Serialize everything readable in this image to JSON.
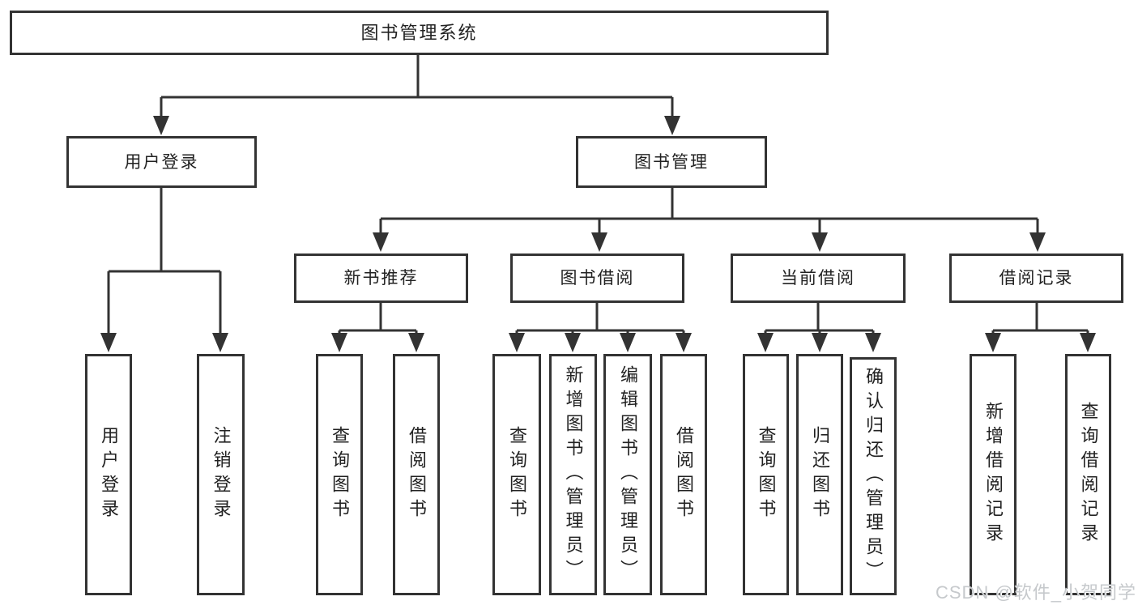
{
  "nodes": {
    "root": "图书管理系统",
    "user_login": "用户登录",
    "book_management": "图书管理",
    "new_book_recommend": "新书推荐",
    "book_borrowing": "图书借阅",
    "current_borrowing": "当前借阅",
    "borrowing_records": "借阅记录",
    "user_login_leaf": "用户登录",
    "logout": "注销登录",
    "recommend_query_books": "查询图书",
    "recommend_borrow_books": "借阅图书",
    "borrowing_query_books": "查询图书",
    "borrowing_add_books": "新增图书（管理员）",
    "borrowing_edit_books": "编辑图书（管理员）",
    "borrowing_borrow_books": "借阅图书",
    "current_query_books": "查询图书",
    "current_return_books": "归还图书",
    "current_confirm_return": "确认归还（管理员）",
    "records_add_record": "新增借阅记录",
    "records_query_record": "查询借阅记录"
  },
  "watermark": "CSDN @软件_小贺同学",
  "colors": {
    "background": "#ffffff",
    "line": "#333333",
    "text": "#222222",
    "watermark": "#c6c9cc"
  }
}
